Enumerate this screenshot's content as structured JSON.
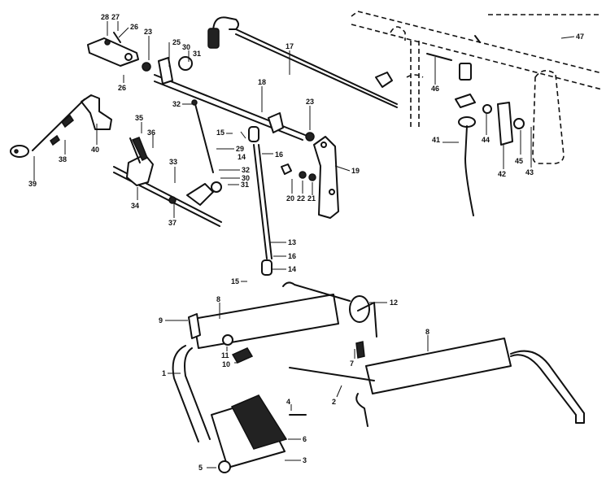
{
  "diagram": {
    "callouts": [
      "28",
      "27",
      "26",
      "23",
      "25",
      "30",
      "31",
      "26",
      "17",
      "47",
      "46",
      "18",
      "32",
      "23",
      "35",
      "36",
      "15",
      "14",
      "16",
      "29",
      "19",
      "40",
      "38",
      "39",
      "33",
      "32",
      "30",
      "31",
      "20",
      "22",
      "21",
      "34",
      "37",
      "41",
      "44",
      "42",
      "45",
      "43",
      "13",
      "16",
      "14",
      "15",
      "12",
      "9",
      "8",
      "8",
      "11",
      "10",
      "7",
      "1",
      "2",
      "4",
      "6",
      "5",
      "3"
    ]
  }
}
